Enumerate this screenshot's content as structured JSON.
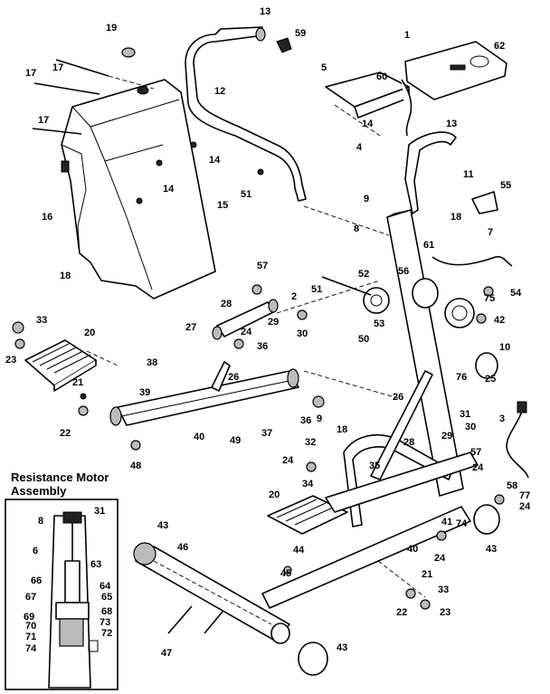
{
  "inset": {
    "title_line1": "Resistance Motor",
    "title_line2": "Assembly",
    "labels": [
      "8",
      "31",
      "6",
      "63",
      "66",
      "64",
      "65",
      "67",
      "68",
      "69",
      "73",
      "70",
      "72",
      "71",
      "74"
    ]
  },
  "main_labels": [
    "13",
    "59",
    "19",
    "1",
    "62",
    "17",
    "17",
    "5",
    "60",
    "12",
    "17",
    "14",
    "13",
    "4",
    "14",
    "11",
    "16",
    "15",
    "51",
    "9",
    "55",
    "18",
    "8",
    "7",
    "14",
    "18",
    "61",
    "52",
    "56",
    "57",
    "28",
    "2",
    "51",
    "54",
    "75",
    "53",
    "33",
    "20",
    "27",
    "29",
    "42",
    "23",
    "24",
    "36",
    "30",
    "50",
    "10",
    "38",
    "26",
    "76",
    "25",
    "21",
    "39",
    "26",
    "22",
    "36",
    "40",
    "49",
    "37",
    "3",
    "18",
    "31",
    "9",
    "30",
    "32",
    "29",
    "48",
    "28",
    "57",
    "24",
    "35",
    "24",
    "34",
    "58",
    "20",
    "77",
    "24",
    "74",
    "40",
    "41",
    "43",
    "46",
    "44",
    "43",
    "24",
    "45",
    "21",
    "33",
    "22",
    "23",
    "47",
    "43"
  ]
}
